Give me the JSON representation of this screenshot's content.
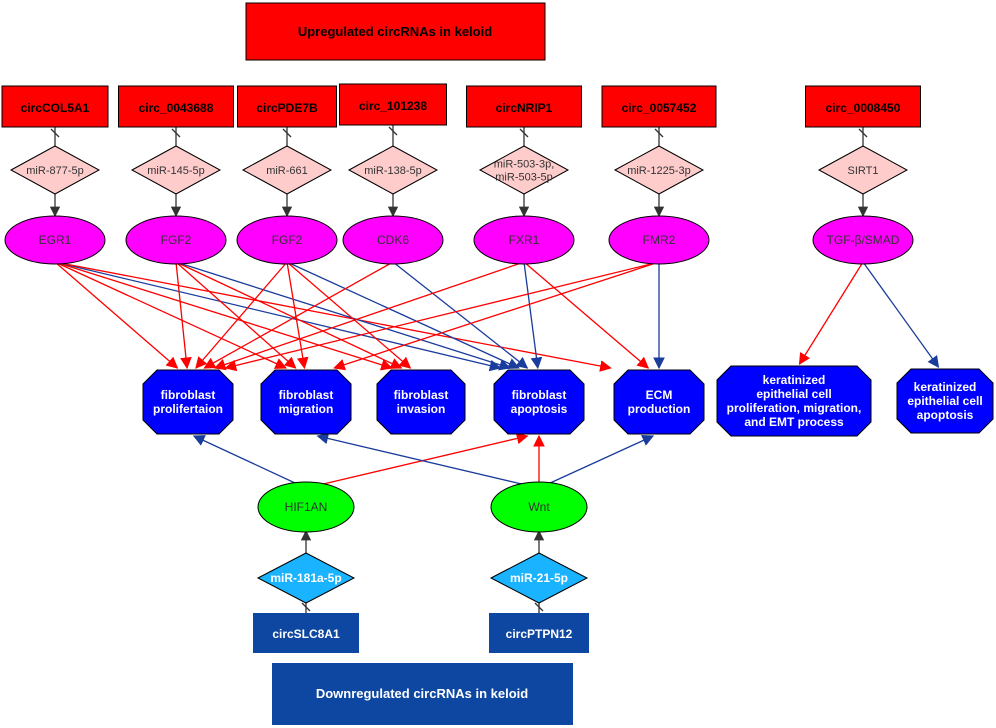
{
  "title_up": "Upregulated circRNAs in keloid",
  "title_down": "Downregulated circRNAs in keloid",
  "colors": {
    "red": "#ff0000",
    "pink_diamond": "#ffcccc",
    "magenta": "#ff00ff",
    "blue_octagon": "#0000ff",
    "green": "#00ff00",
    "cyan_diamond": "#1ab3ff",
    "dark_blue": "#0d47a1",
    "edge_red": "#ff0000",
    "edge_blue": "#1a3c9c",
    "edge_dark": "#333333"
  },
  "up_circrnas": [
    "circCOL5A1",
    "circ_0043688",
    "circPDE7B",
    "circ_101238",
    "circNRIP1",
    "circ_0057452",
    "circ_0008450"
  ],
  "mirnas": [
    {
      "lines": [
        "miR-877-5p"
      ]
    },
    {
      "lines": [
        "miR-145-5p"
      ]
    },
    {
      "lines": [
        "miR-661"
      ]
    },
    {
      "lines": [
        "miR-138-5p"
      ]
    },
    {
      "lines": [
        "miR-503-3p,",
        "miR-503-5p"
      ]
    },
    {
      "lines": [
        "miR-1225-3p"
      ]
    },
    {
      "lines": [
        "SIRT1"
      ]
    }
  ],
  "targets": [
    "EGR1",
    "FGF2",
    "FGF2",
    "CDK6",
    "FXR1",
    "FMR2",
    "TGF-β/SMAD"
  ],
  "outcomes": [
    {
      "lines": [
        "fibroblast",
        "prolifertaion"
      ]
    },
    {
      "lines": [
        "fibroblast",
        "migration"
      ]
    },
    {
      "lines": [
        "fibroblast",
        "invasion"
      ]
    },
    {
      "lines": [
        "fibroblast",
        "apoptosis"
      ]
    },
    {
      "lines": [
        "ECM",
        "production"
      ]
    },
    {
      "lines": [
        "keratinized",
        "epithelial cell",
        "proliferation, migration,",
        "and EMT process"
      ]
    },
    {
      "lines": [
        "keratinized",
        "epithelial cell",
        "apoptosis"
      ]
    }
  ],
  "green_nodes": [
    "HIF1AN",
    "Wnt"
  ],
  "down_mirnas": [
    "miR-181a-5p",
    "miR-21-5p"
  ],
  "down_circrnas": [
    "circSLC8A1",
    "circPTPN12"
  ]
}
